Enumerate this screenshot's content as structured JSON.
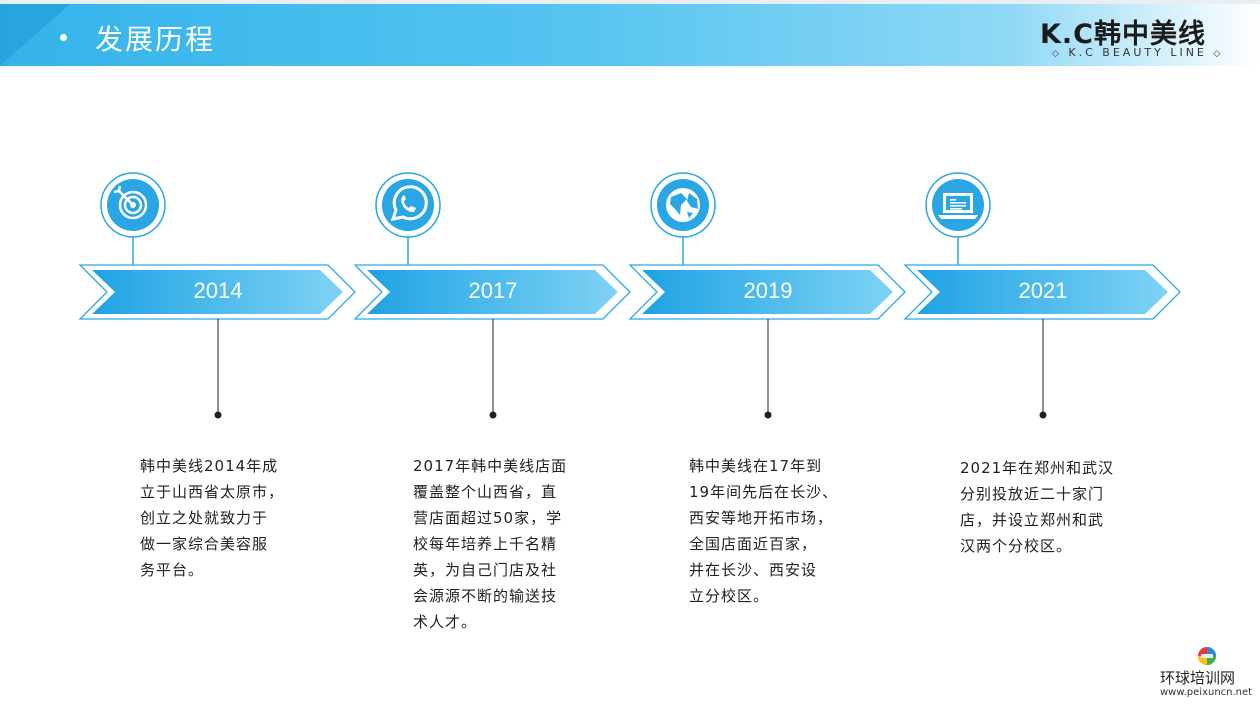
{
  "header": {
    "title": "发展历程",
    "logo": {
      "main": "K.C韩中美线",
      "sub": "K.C BEAUTY LINE"
    }
  },
  "milestones": [
    {
      "year": "2014",
      "icon": "target-icon",
      "lines": [
        "韩中美线2014年成",
        "立于山西省太原市，",
        "创立之处就致力于",
        "做一家综合美容服",
        "务平台。"
      ]
    },
    {
      "year": "2017",
      "icon": "phone-bubble-icon",
      "lines": [
        "2017年韩中美线店面",
        "覆盖整个山西省，直",
        "营店面超过50家，学",
        "校每年培养上千名精",
        "英，为自己门店及社",
        "会源源不断的输送技",
        "术人才。"
      ]
    },
    {
      "year": "2019",
      "icon": "globe-icon",
      "lines": [
        "韩中美线在17年到",
        "19年间先后在长沙、",
        "西安等地开拓市场，",
        "全国店面近百家，",
        "并在长沙、西安设",
        "立分校区。"
      ]
    },
    {
      "year": "2021",
      "icon": "laptop-icon",
      "lines": [
        "2021年在郑州和武汉",
        "分别投放近二十家门",
        "店，并设立郑州和武",
        "汉两个分校区。"
      ]
    }
  ],
  "footer": {
    "brand": "环球培训网",
    "url": "www.peixuncn.net"
  },
  "colors": {
    "accent": "#29a9e6",
    "accent_light": "#6ccdf4",
    "header": "#3ab7ec"
  }
}
